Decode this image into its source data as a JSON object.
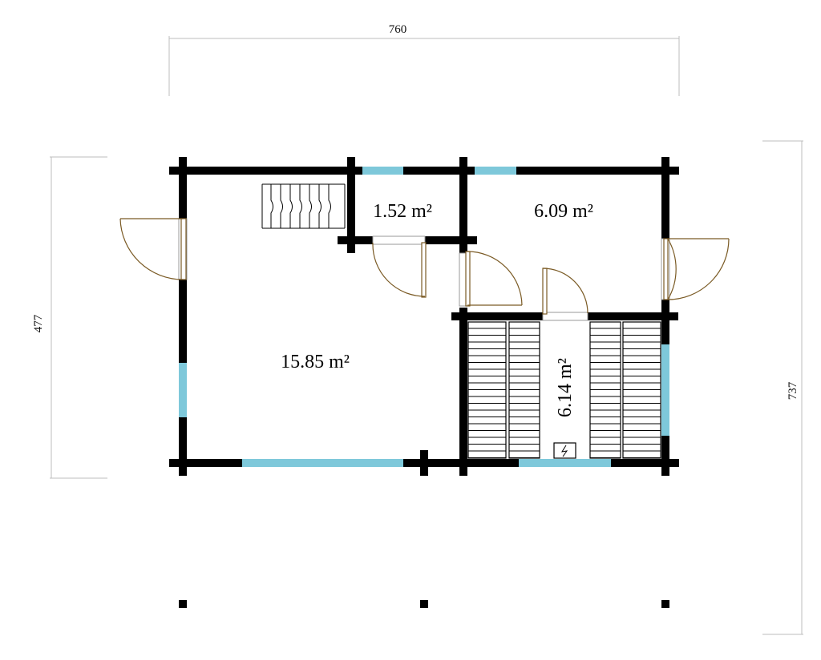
{
  "dimensions": {
    "width": "760",
    "depth": "477",
    "height": "737"
  },
  "rooms": {
    "main_room": "15.85 m²",
    "small_room": "1.52 m²",
    "right_room": "6.09 m²",
    "sauna": "6.14 m²"
  },
  "colors": {
    "wall": "#000000",
    "window": "#7ec8da",
    "door": "#7a5a24",
    "dimension_line": "#bdbdbd"
  },
  "icons": {
    "heater": "sauna-heater-icon",
    "stairs": "staircase-icon",
    "bench": "sauna-bench-icon"
  }
}
